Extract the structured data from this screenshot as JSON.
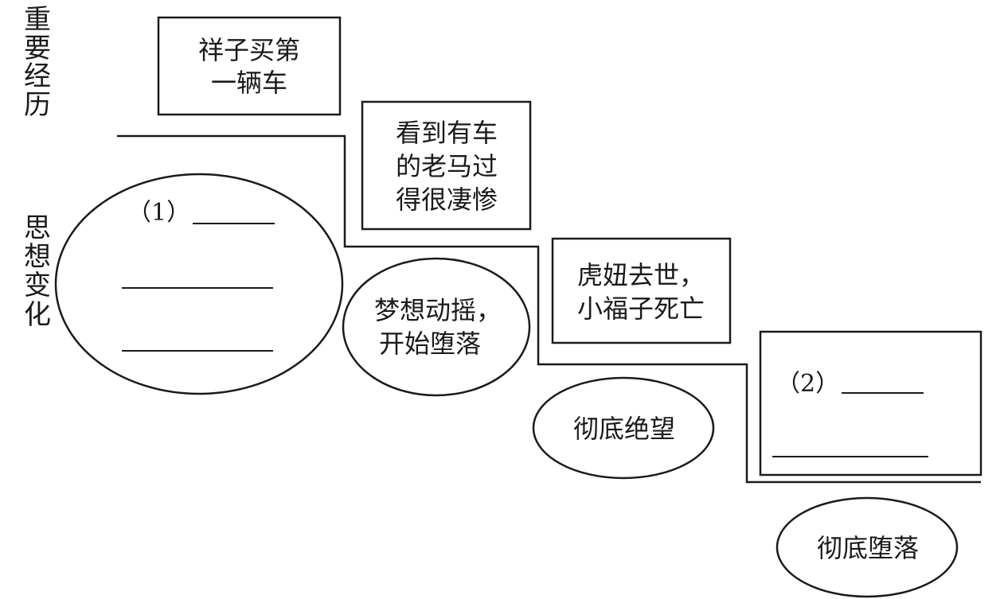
{
  "side_labels": {
    "experiences": "重要经历",
    "mindset_changes": "思想变化"
  },
  "events": [
    {
      "id": "buy-first-car",
      "lines": [
        "祥子买第",
        "一辆车"
      ]
    },
    {
      "id": "old-ma",
      "lines": [
        "看到有车",
        "的老马过",
        "得很凄惨"
      ]
    },
    {
      "id": "hu-niu-death",
      "lines": [
        "虎妞去世，",
        "小福子死亡"
      ]
    }
  ],
  "changes": [
    {
      "id": "blank-1",
      "prefix": "（1）",
      "blank": true
    },
    {
      "id": "dream-shaken",
      "lines": [
        "梦想动摇，",
        "开始堕落"
      ]
    },
    {
      "id": "despair",
      "lines": [
        "彻底绝望"
      ]
    },
    {
      "id": "blank-2",
      "prefix": "（2）",
      "blank": true
    },
    {
      "id": "fall",
      "lines": [
        "彻底堕落"
      ]
    }
  ]
}
